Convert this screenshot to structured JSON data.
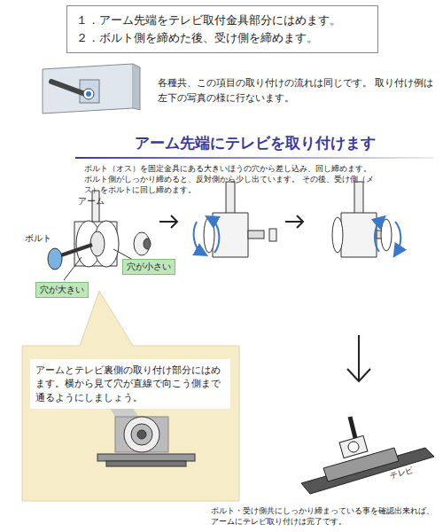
{
  "diagram": {
    "title": "アーム先端にテレビを取り付けます",
    "nodes": [
      {
        "text": [
          "１．アーム先端をテレビ取付金具部分にはめます。",
          "２．ボルト側を締めた後、受け側を締めます。"
        ]
      },
      {
        "text": [
          "穴が大きい"
        ]
      },
      {
        "text": [
          "穴が小さい"
        ]
      },
      {
        "text": [
          "アームとテレビ裏側の取り付け部分にはめます。横から見て穴が直線で向こう側まで通るようにしましょう。"
        ]
      }
    ],
    "labels": [
      "各種共、この項目の取り付けの流れは同じです。 取り付け例は左下の写真の様に行ないます。",
      "ボルト（オス）を固定金具にある大きいほうの穴から差し込み、回し締めます。 ボルト側がしっかり締めると、反対側から少し出ています。 その後、受け側（メス）をボルトに回し締めます。",
      "アーム",
      "ボルト",
      "テレビ",
      "ボルト・受け側共にしっかり締まっている事を確認出来れば、アームにテレビ取り付けは完了です。"
    ]
  }
}
